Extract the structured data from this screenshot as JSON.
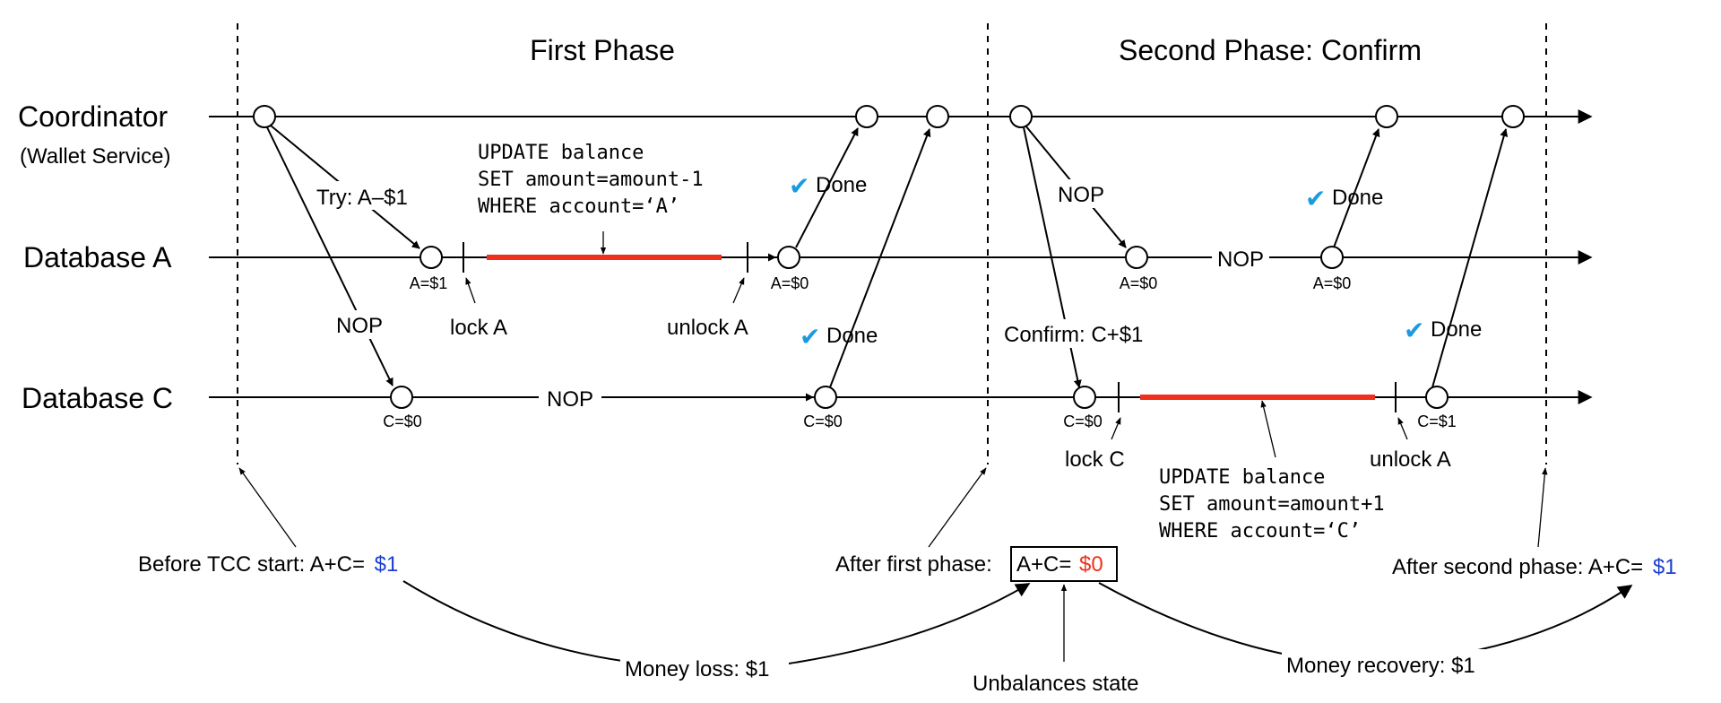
{
  "phases": {
    "first": "First Phase",
    "second": "Second Phase: Confirm"
  },
  "actors": {
    "coordinator": "Coordinator",
    "coordinator_sub": "(Wallet Service)",
    "db_a": "Database A",
    "db_c": "Database C"
  },
  "messages": {
    "try": "Try: A–$1",
    "nop_c1": "NOP",
    "nop_c_line": "NOP",
    "done_a1": "Done",
    "done_c1": "Done",
    "nop_a2": "NOP",
    "nop_a_line": "NOP",
    "done_a2": "Done",
    "confirm": "Confirm: C+$1",
    "done_c2": "Done"
  },
  "checkmark": "✔",
  "states": {
    "a1": "A=$1",
    "a0_1": "A=$0",
    "c0_1": "C=$0",
    "c0_2": "C=$0",
    "a0_2": "A=$0",
    "a0_3": "A=$0",
    "c0_3": "C=$0",
    "c1": "C=$1"
  },
  "locks": {
    "lock_a": "lock A",
    "unlock_a_1": "unlock A",
    "lock_c": "lock C",
    "unlock_a_2": "unlock A"
  },
  "sql_a": [
    "UPDATE balance",
    "SET amount=amount-1",
    "WHERE account=‘A’"
  ],
  "sql_c": [
    "UPDATE balance",
    "SET amount=amount+1",
    "WHERE account=‘C’"
  ],
  "summary": {
    "before_prefix": "Before TCC start: A+C=",
    "before_value": "$1",
    "after1_prefix": "After first phase:",
    "after1_box": "A+C=",
    "after1_value": "$0",
    "after2_prefix": "After second phase: A+C=",
    "after2_value": "$1",
    "money_loss": "Money loss: $1",
    "unbalanced": "Unbalances state",
    "money_recovery": "Money recovery: $1"
  },
  "colors": {
    "lock_bar": "#f0301d",
    "balance_ok": "#1a3fd1",
    "balance_bad": "#f0301d",
    "check": "#1a9be0"
  }
}
